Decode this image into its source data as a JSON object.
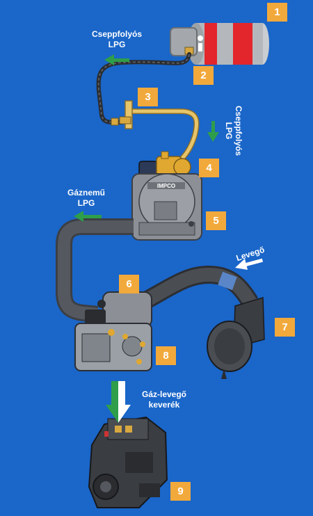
{
  "labels": {
    "liquid_lpg_top": [
      "Cseppfolyós",
      "LPG"
    ],
    "liquid_lpg_side": [
      "Cseppfolyós",
      "LPG"
    ],
    "gas_lpg": [
      "Gáznemű",
      "LPG"
    ],
    "air": "Levegő",
    "mixture": [
      "Gáz-levegő",
      "keverék"
    ]
  },
  "badges": [
    "1",
    "2",
    "3",
    "4",
    "5",
    "6",
    "7",
    "8",
    "9"
  ],
  "colors": {
    "background": "#1a66c9",
    "badge": "#f2a93b",
    "arrow_green": "#2e9e4a",
    "arrow_white": "#ffffff",
    "tank_red": "#e3262b",
    "tank_grey": "#b4b8bc",
    "pipe_yellow": "#e6c46a",
    "hose_dark": "#4a4d52",
    "component_grey": "#8c9096"
  },
  "icons": [
    "lpg-tank-icon",
    "filler-pipe-icon",
    "valve-icon",
    "reducer-evaporator-icon",
    "gas-injector-icon",
    "air-filter-icon",
    "throttle-body-icon",
    "engine-icon"
  ]
}
